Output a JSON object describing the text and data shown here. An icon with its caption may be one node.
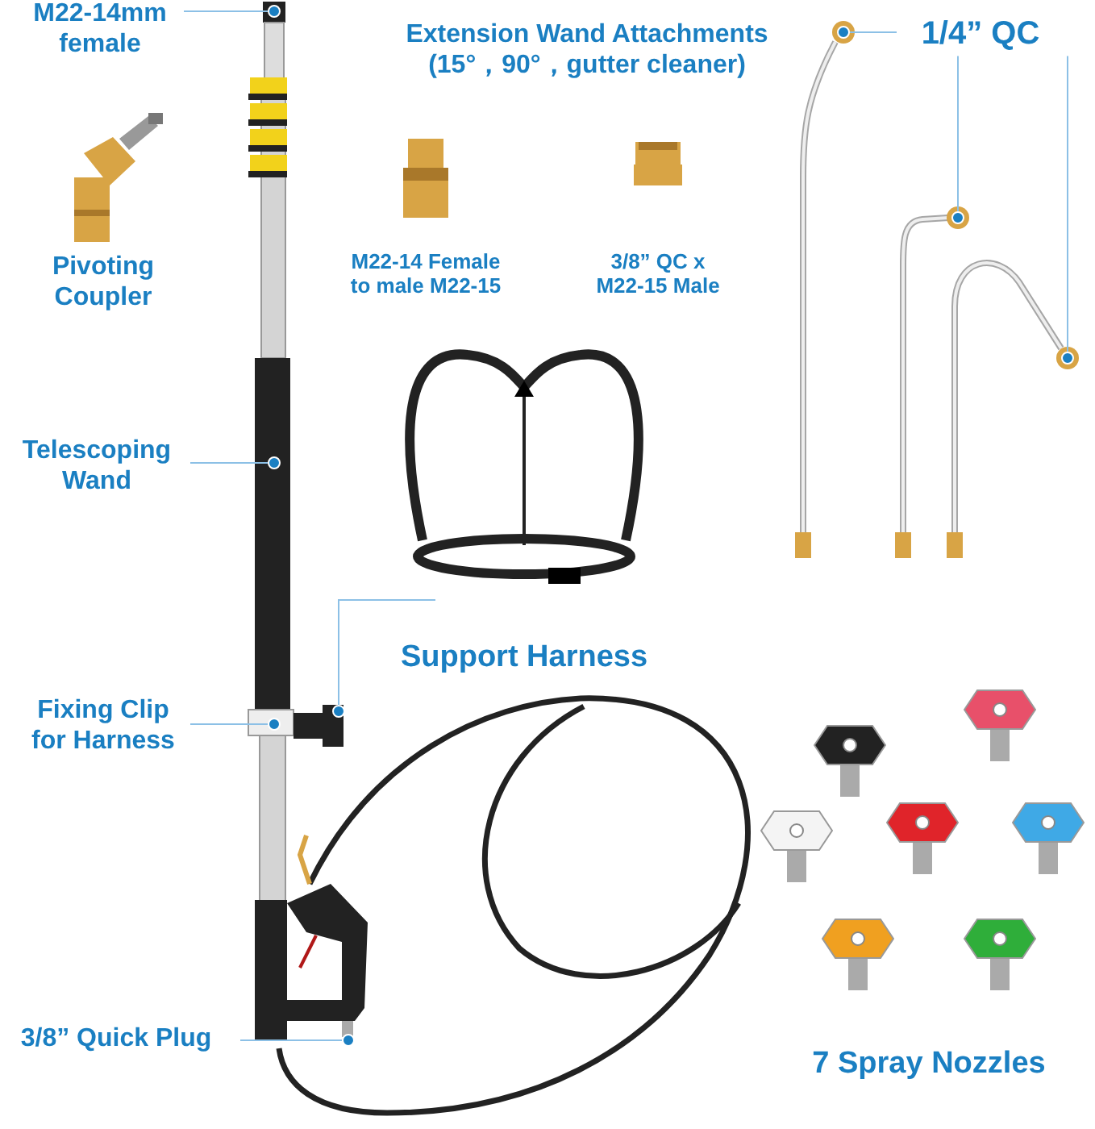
{
  "diagram": {
    "nodes": [
      {
        "text": [
          "M22-14mm female"
        ]
      },
      {
        "text": [],
        "shape": "circle"
      },
      {
        "text": [
          "Telescoping Wand"
        ]
      },
      {
        "text": [],
        "shape": "circle"
      },
      {
        "text": [
          "Fixing Clip for Harness"
        ]
      },
      {
        "text": [],
        "shape": "circle"
      },
      {
        "text": [
          "3/8” Quick Plug"
        ]
      },
      {
        "text": [],
        "shape": "circle"
      },
      {
        "text": [],
        "shape": "circle"
      },
      {
        "text": [
          "1/4” QC"
        ]
      },
      {
        "text": [],
        "shape": "circle"
      },
      {
        "text": [],
        "shape": "circle"
      },
      {
        "text": [],
        "shape": "circle"
      }
    ],
    "edges": [
      {
        "from": 0,
        "to": 1,
        "arrow": "none"
      },
      {
        "from": 2,
        "to": 3,
        "arrow": "none"
      },
      {
        "from": 4,
        "to": 5,
        "arrow": "none"
      },
      {
        "from": 6,
        "to": 7,
        "arrow": "none"
      },
      {
        "from": 8,
        "to": null,
        "arrow": "none"
      },
      {
        "from": 9,
        "to": 10,
        "arrow": "none"
      },
      {
        "from": 9,
        "to": 11,
        "arrow": "none"
      },
      {
        "from": 9,
        "to": 12,
        "arrow": "none"
      }
    ],
    "labels": [
      "Extension Wand Attachments (15°，90°，gutter cleaner)",
      "Pivoting Coupler",
      "M22-14 Female to male M22-15",
      "3/8” QC x M22-15 Male",
      "Support Harness",
      "7 Spray Nozzles"
    ]
  }
}
